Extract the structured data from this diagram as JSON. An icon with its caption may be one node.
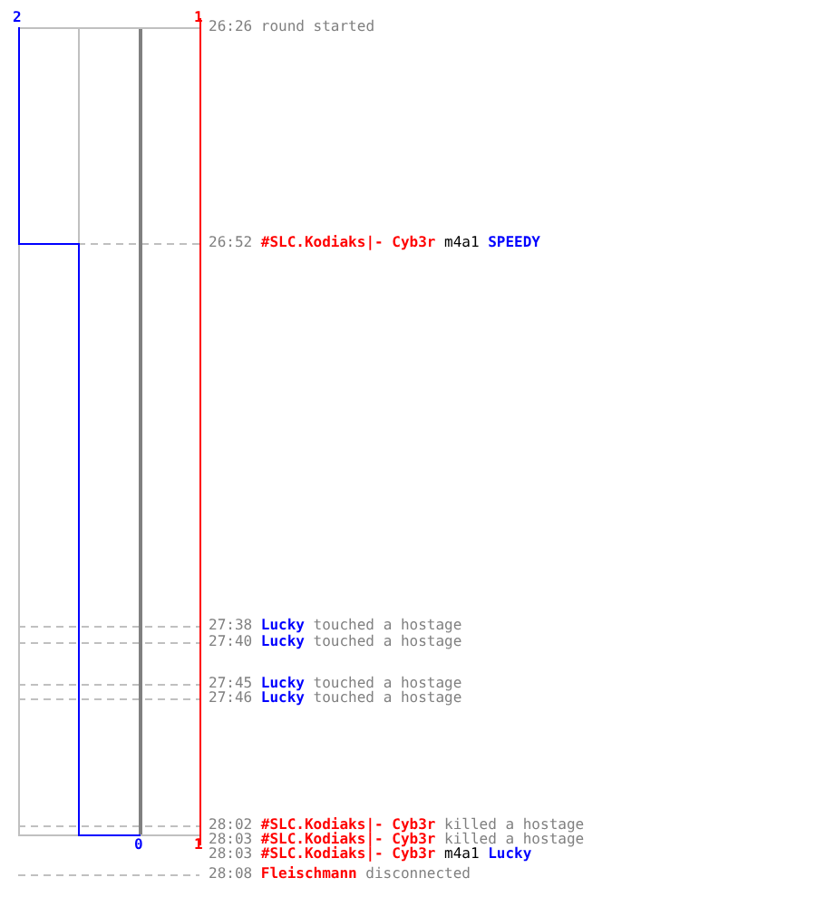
{
  "diagram": {
    "labels": [
      "2",
      "1",
      "26:26",
      "round started",
      "26:52",
      "#SLC.Kodiaks|- Cyb3r",
      "m4a1",
      "SPEEDY",
      "27:38",
      "Lucky",
      "touched a hostage",
      "27:40",
      "Lucky",
      "touched a hostage",
      "27:45",
      "Lucky",
      "touched a hostage",
      "27:46",
      "Lucky",
      "touched a hostage",
      "28:02",
      "#SLC.Kodiaks|- Cyb3r",
      "killed a hostage",
      "28:03",
      "#SLC.Kodiaks|- Cyb3r",
      "killed a hostage",
      "28:03",
      "#SLC.Kodiaks|- Cyb3r",
      "m4a1",
      "Lucky",
      "0",
      "1",
      "28:08",
      "Fleischmann",
      "disconnected"
    ]
  }
}
